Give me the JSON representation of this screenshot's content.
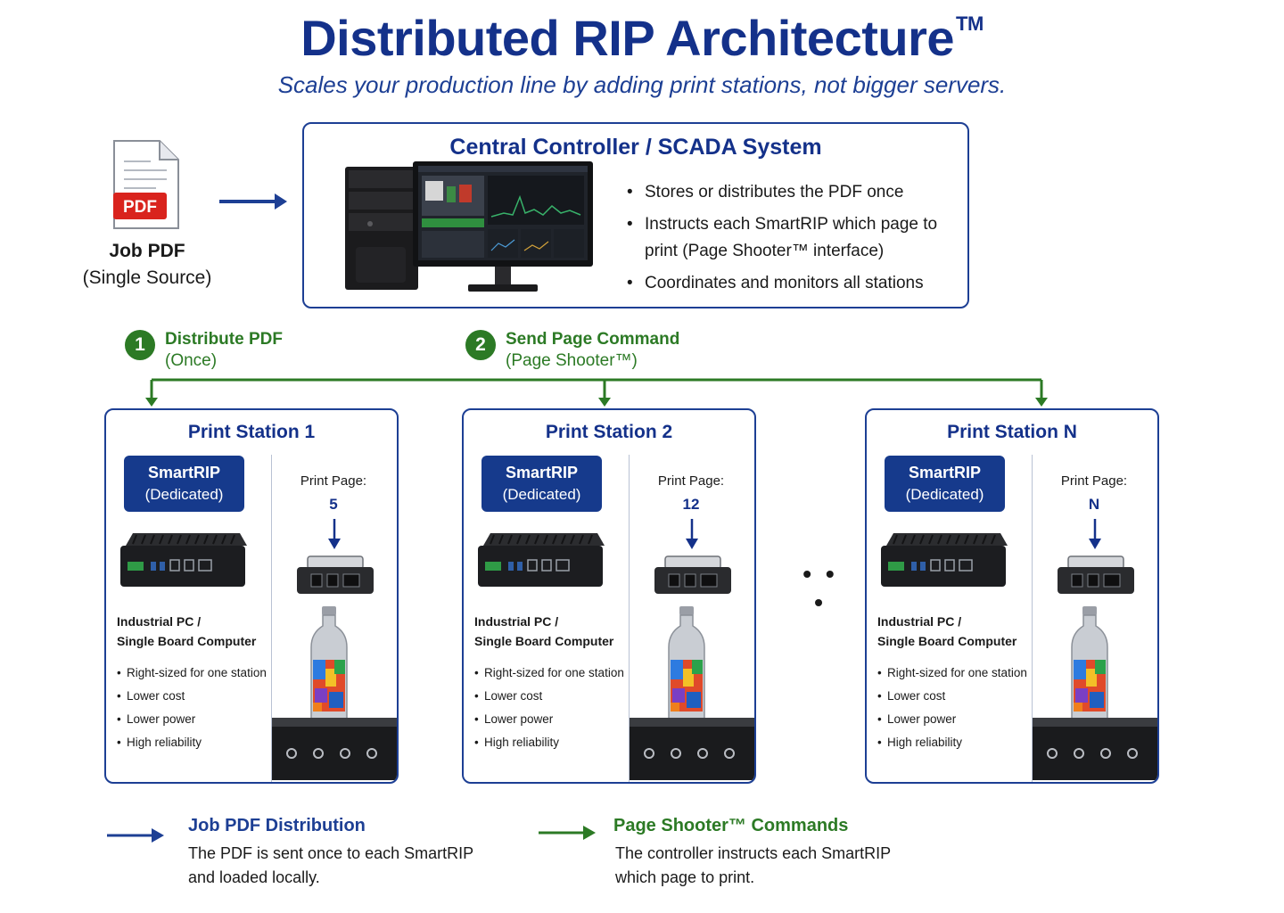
{
  "header": {
    "title": "Distributed RIP Architecture",
    "title_mark": "TM",
    "subtitle": "Scales your production line by adding print stations, not bigger servers."
  },
  "source": {
    "icon_badge": "PDF",
    "label": "Job PDF",
    "note": "(Single Source)"
  },
  "controller": {
    "title": "Central Controller / SCADA System",
    "bullets": [
      "Stores or distributes the PDF once",
      "Instructs each SmartRIP which page to print (Page Shooter™ interface)",
      "Coordinates and monitors all stations"
    ]
  },
  "steps": [
    {
      "number": "1",
      "label": "Distribute PDF",
      "note": "(Once)"
    },
    {
      "number": "2",
      "label": "Send Page Command",
      "note": "(Page Shooter™)"
    }
  ],
  "stations": [
    {
      "title": "Print Station 1",
      "smartrip": "SmartRIP",
      "smartrip_note": "(Dedicated)",
      "print_page_label": "Print Page:",
      "print_page_value": "5",
      "pc_label_1": "Industrial PC /",
      "pc_label_2": "Single Board Computer",
      "bullets": [
        "Right-sized for one station",
        "Lower cost",
        "Lower power",
        "High reliability"
      ]
    },
    {
      "title": "Print Station 2",
      "smartrip": "SmartRIP",
      "smartrip_note": "(Dedicated)",
      "print_page_label": "Print Page:",
      "print_page_value": "12",
      "pc_label_1": "Industrial PC /",
      "pc_label_2": "Single Board Computer",
      "bullets": [
        "Right-sized for one station",
        "Lower cost",
        "Lower power",
        "High reliability"
      ]
    },
    {
      "title": "Print Station N",
      "smartrip": "SmartRIP",
      "smartrip_note": "(Dedicated)",
      "print_page_label": "Print Page:",
      "print_page_value": "N",
      "pc_label_1": "Industrial PC /",
      "pc_label_2": "Single Board Computer",
      "bullets": [
        "Right-sized for one station",
        "Lower cost",
        "Lower power",
        "High reliability"
      ]
    }
  ],
  "ellipsis": "• • •",
  "legend": [
    {
      "title": "Job PDF Distribution",
      "line1": "The PDF is sent once to each SmartRIP",
      "line2": "and loaded locally.",
      "color": "#1d3f94"
    },
    {
      "title": "Page Shooter™ Commands",
      "line1": "The controller instructs each SmartRIP",
      "line2": "which page to print.",
      "color": "#2c7a25"
    }
  ],
  "colors": {
    "primary_blue": "#14318a",
    "accent_green": "#2c7a25",
    "smartrip_fill": "#163a8c"
  }
}
